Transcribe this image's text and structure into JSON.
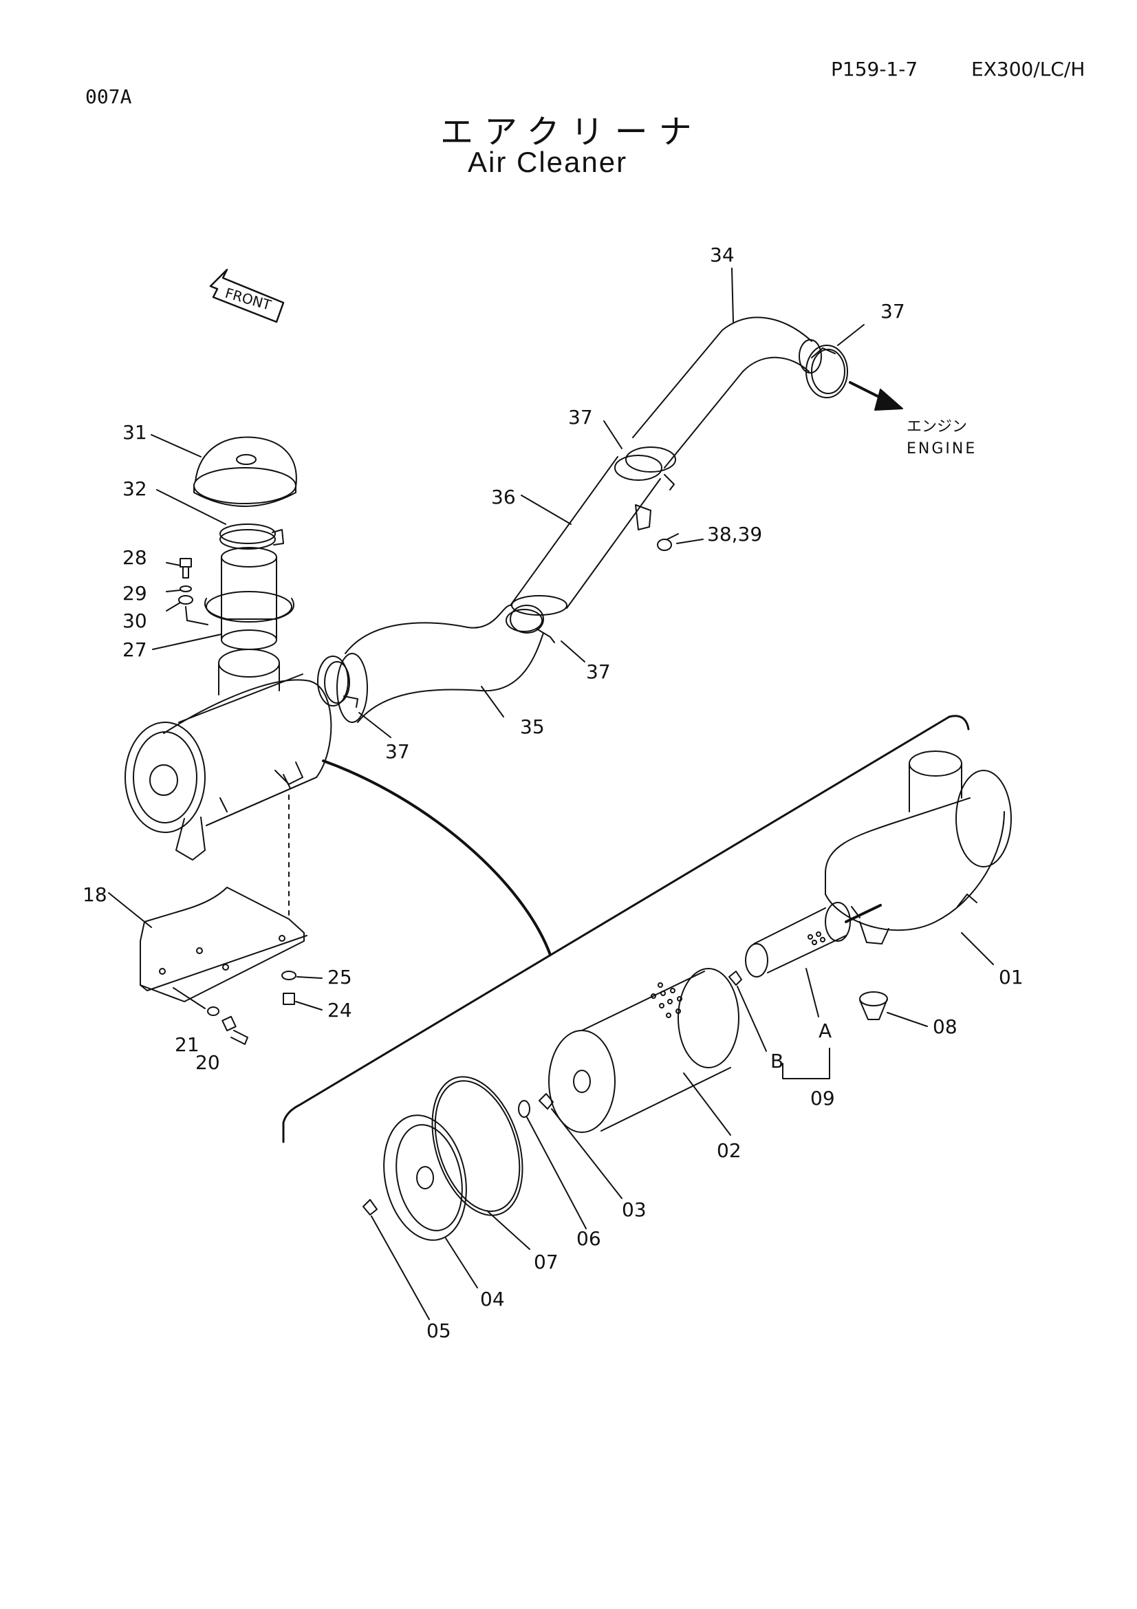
{
  "header": {
    "sheet_code": "007A",
    "page_ref": "P159-1-7",
    "model": "EX300/LC/H"
  },
  "title": {
    "japanese": "エアクリーナ",
    "english": "Air Cleaner"
  },
  "direction": {
    "front_label": "FRONT",
    "engine_label_jp": "エンジン",
    "engine_label_en": "ENGINE"
  },
  "callouts": {
    "c34": "34",
    "c37a": "37",
    "c37b": "37",
    "c37c": "37",
    "c37d": "37",
    "c31": "31",
    "c32": "32",
    "c36": "36",
    "c3839": "38,39",
    "c28": "28",
    "c29": "29",
    "c30": "30",
    "c27": "27",
    "c35": "35",
    "c18": "18",
    "c25": "25",
    "c24": "24",
    "c21": "21",
    "c20": "20",
    "c01": "01",
    "c08": "08",
    "cA": "A",
    "cB": "B",
    "c09": "09",
    "c02": "02",
    "c03": "03",
    "c06": "06",
    "c07": "07",
    "c04": "04",
    "c05": "05"
  }
}
